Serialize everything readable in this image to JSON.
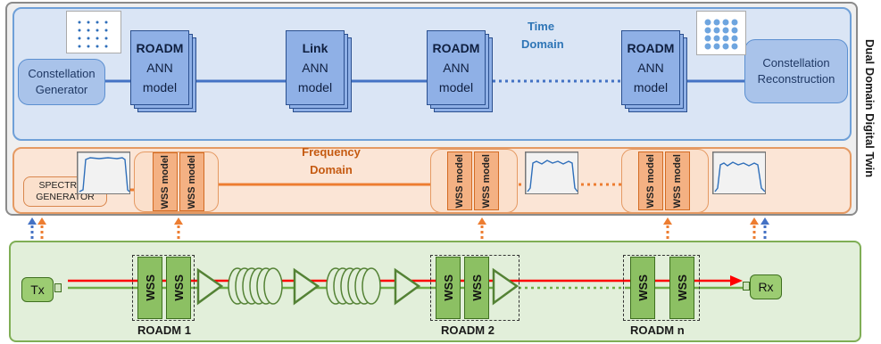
{
  "side_title": "Dual Domain Digital Twin",
  "time_domain": {
    "label_line1": "Time",
    "label_line2": "Domain",
    "generator": {
      "line1": "Constellation",
      "line2": "Generator"
    },
    "reconstruction": {
      "line1": "Constellation",
      "line2": "Reconstruction"
    },
    "models": [
      {
        "name": "ROADM",
        "line2": "ANN",
        "line3": "model"
      },
      {
        "name": "Link",
        "line2": "ANN",
        "line3": "model"
      },
      {
        "name": "ROADM",
        "line2": "ANN",
        "line3": "model"
      },
      {
        "name": "ROADM",
        "line2": "ANN",
        "line3": "model"
      }
    ]
  },
  "frequency_domain": {
    "label_line1": "Frequency",
    "label_line2": "Domain",
    "generator": {
      "line1": "SPECTRUM",
      "line2": "GENERATOR"
    },
    "wss_model_label": "WSS model"
  },
  "physical_layer": {
    "tx": "Tx",
    "rx": "Rx",
    "wss_label": "WSS",
    "roadms": [
      "ROADM 1",
      "ROADM 2",
      "ROADM n"
    ]
  },
  "colors": {
    "time_line": "#4472c4",
    "freq_line": "#ed7d31",
    "signal_red": "#ff0000",
    "signal_green": "#70ad47",
    "amp_green": "#548235"
  }
}
